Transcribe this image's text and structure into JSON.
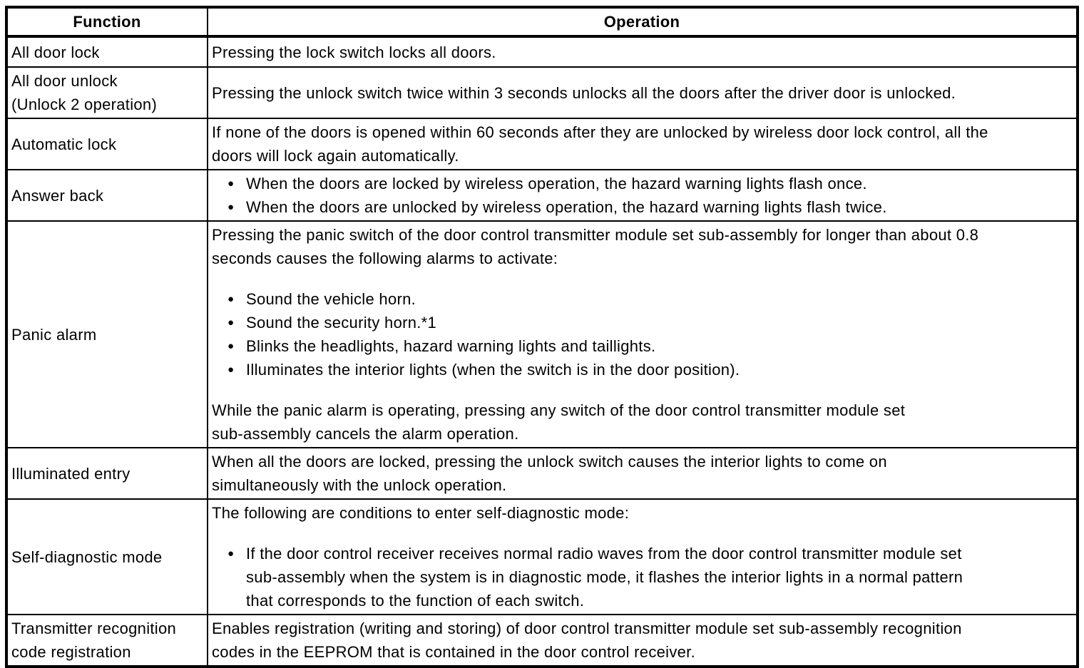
{
  "colors": {
    "border": "#000000",
    "text": "#000000",
    "background": "#ffffff"
  },
  "table": {
    "headers": {
      "function": "Function",
      "operation": "Operation"
    },
    "bullet_icon": "●",
    "rows": [
      {
        "function_lines": [
          "All door lock"
        ],
        "operation_blocks": [
          {
            "type": "p",
            "lines": [
              "Pressing the lock switch locks all doors."
            ]
          }
        ]
      },
      {
        "function_lines": [
          "All door unlock",
          "(Unlock 2 operation)"
        ],
        "operation_blocks": [
          {
            "type": "p",
            "lines": [
              "Pressing the unlock switch twice within 3 seconds unlocks all the doors after the driver door is unlocked."
            ]
          }
        ]
      },
      {
        "function_lines": [
          "Automatic lock"
        ],
        "operation_blocks": [
          {
            "type": "p",
            "lines": [
              "If none of the doors is opened within 60 seconds after they are unlocked by wireless door lock control, all the",
              "doors will lock again automatically."
            ]
          }
        ]
      },
      {
        "function_lines": [
          "Answer back"
        ],
        "operation_blocks": [
          {
            "type": "bullets",
            "items": [
              {
                "lines": [
                  "When the doors are locked by wireless operation, the hazard warning lights flash once."
                ]
              },
              {
                "lines": [
                  "When the doors are unlocked by wireless operation, the hazard warning lights flash twice."
                ]
              }
            ]
          }
        ]
      },
      {
        "function_lines": [
          "Panic alarm"
        ],
        "operation_blocks": [
          {
            "type": "p",
            "lines": [
              "Pressing the panic switch of the door control transmitter module set sub-assembly for longer than about 0.8",
              "seconds causes the following alarms to activate:"
            ]
          },
          {
            "type": "bullets",
            "gap": true,
            "items": [
              {
                "lines": [
                  "Sound the vehicle horn."
                ]
              },
              {
                "lines": [
                  "Sound the security horn.*1"
                ]
              },
              {
                "lines": [
                  "Blinks the headlights, hazard warning lights and taillights."
                ]
              },
              {
                "lines": [
                  "Illuminates the interior lights (when the switch is in the door position)."
                ]
              }
            ]
          },
          {
            "type": "p",
            "gap": true,
            "lines": [
              "While the panic alarm is operating, pressing any switch of the door control transmitter module set",
              "sub-assembly cancels the alarm operation."
            ]
          }
        ]
      },
      {
        "function_lines": [
          "Illuminated entry"
        ],
        "operation_blocks": [
          {
            "type": "p",
            "lines": [
              "When all the doors are locked, pressing the unlock switch causes the interior lights to come on",
              "simultaneously with the unlock operation."
            ]
          }
        ]
      },
      {
        "function_lines": [
          "Self-diagnostic mode"
        ],
        "operation_blocks": [
          {
            "type": "p",
            "lines": [
              "The following are conditions to enter self-diagnostic mode:"
            ]
          },
          {
            "type": "bullets",
            "gap": true,
            "items": [
              {
                "lines": [
                  "If the door control receiver receives normal radio waves from the door control transmitter module set",
                  "sub-assembly when the system is in diagnostic mode, it flashes the interior lights in a normal pattern",
                  "that corresponds to the function of each switch."
                ]
              }
            ]
          }
        ]
      },
      {
        "function_lines": [
          "Transmitter recognition",
          "code registration"
        ],
        "operation_blocks": [
          {
            "type": "p",
            "lines": [
              "Enables registration (writing and storing) of door control transmitter module set sub-assembly recognition",
              "codes in the EEPROM that is contained in the door control receiver."
            ]
          }
        ]
      }
    ]
  }
}
